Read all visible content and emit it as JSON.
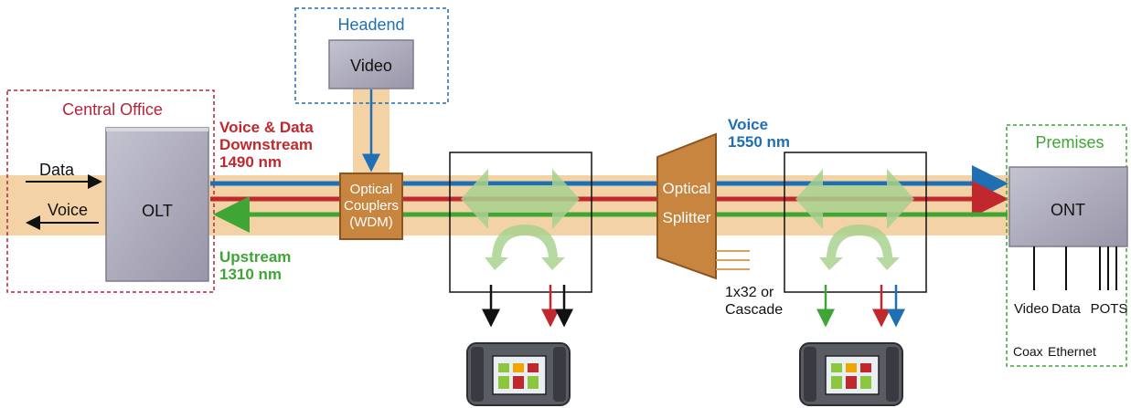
{
  "labels": {
    "headend_title": "Headend",
    "video_box": "Video",
    "central_office_title": "Central Office",
    "data_in": "Data",
    "voice_out": "Voice",
    "olt": "OLT",
    "downstream_line1": "Voice & Data",
    "downstream_line2": "Downstream",
    "downstream_line3": "1490 nm",
    "upstream_line1": "Upstream",
    "upstream_line2": "1310 nm",
    "coupler_line1": "Optical",
    "coupler_line2": "Couplers",
    "coupler_line3": "(WDM)",
    "splitter_line1": "Optical",
    "splitter_line2": "Splitter",
    "video_wavelength_line1": "Voice",
    "video_wavelength_line2": "1550 nm",
    "split_ratio_line1": "1x32 or",
    "split_ratio_line2": "Cascade",
    "premises_title": "Premises",
    "ont": "ONT",
    "port_video": "Video",
    "port_data": "Data",
    "port_pots": "POTS",
    "port_coax": "Coax",
    "port_ethernet": "Ethernet"
  },
  "colors": {
    "fiber_band": "#f3d3a5",
    "wavelength_1550": "#1f6fb5",
    "wavelength_1490": "#c0282d",
    "wavelength_1310": "#3fa535",
    "co_border": "#b5243b",
    "headend_border": "#1f6fb5",
    "premises_border": "#3fa535",
    "device_fill": "#a9a8b7",
    "coupler_fill": "#c8853f"
  },
  "icons": [
    "tap-arrows-icon",
    "test-instrument-icon"
  ]
}
